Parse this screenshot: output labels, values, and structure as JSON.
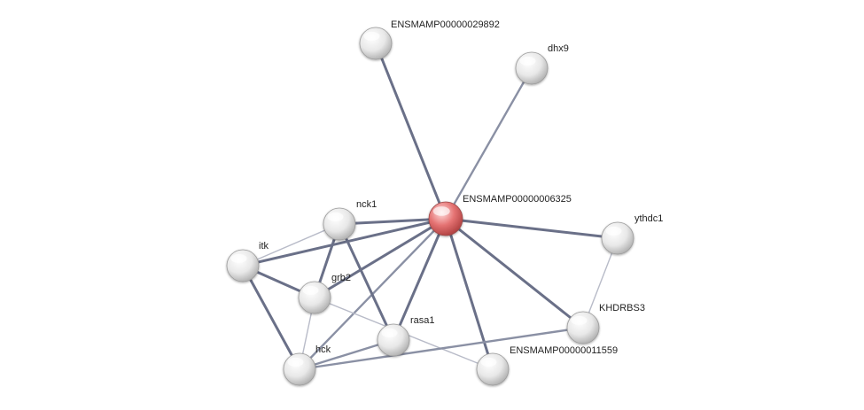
{
  "network": {
    "nodes": [
      {
        "id": "center",
        "label": "ENSMAMP00000006325",
        "kind": "query",
        "color": "#e86f6f"
      },
      {
        "id": "n29892",
        "label": "ENSMAMP00000029892",
        "kind": "partner",
        "color": "#e4e4e4"
      },
      {
        "id": "dhx9",
        "label": "dhx9",
        "kind": "partner",
        "color": "#e4e4e4"
      },
      {
        "id": "nck1",
        "label": "nck1",
        "kind": "partner",
        "color": "#e4e4e4"
      },
      {
        "id": "itk",
        "label": "itk",
        "kind": "partner",
        "color": "#e4e4e4"
      },
      {
        "id": "grb2",
        "label": "grb2",
        "kind": "partner",
        "color": "#e4e4e4"
      },
      {
        "id": "rasa1",
        "label": "rasa1",
        "kind": "partner",
        "color": "#e4e4e4"
      },
      {
        "id": "hck",
        "label": "hck",
        "kind": "partner",
        "color": "#e4e4e4"
      },
      {
        "id": "n11559",
        "label": "ENSMAMP00000011559",
        "kind": "partner",
        "color": "#e4e4e4"
      },
      {
        "id": "khdrbs3",
        "label": "KHDRBS3",
        "kind": "partner",
        "color": "#e4e4e4"
      },
      {
        "id": "ythdc1",
        "label": "ythdc1",
        "kind": "partner",
        "color": "#e4e4e4"
      }
    ],
    "edges": [
      {
        "source": "center",
        "target": "n29892",
        "strength": "strong"
      },
      {
        "source": "center",
        "target": "dhx9",
        "strength": "medium"
      },
      {
        "source": "center",
        "target": "nck1",
        "strength": "strong"
      },
      {
        "source": "center",
        "target": "itk",
        "strength": "strong"
      },
      {
        "source": "center",
        "target": "grb2",
        "strength": "strong"
      },
      {
        "source": "center",
        "target": "rasa1",
        "strength": "strong"
      },
      {
        "source": "center",
        "target": "hck",
        "strength": "medium"
      },
      {
        "source": "center",
        "target": "n11559",
        "strength": "strong"
      },
      {
        "source": "center",
        "target": "khdrbs3",
        "strength": "strong"
      },
      {
        "source": "center",
        "target": "ythdc1",
        "strength": "strong"
      },
      {
        "source": "nck1",
        "target": "itk",
        "strength": "weak"
      },
      {
        "source": "nck1",
        "target": "grb2",
        "strength": "strong"
      },
      {
        "source": "nck1",
        "target": "rasa1",
        "strength": "strong"
      },
      {
        "source": "itk",
        "target": "grb2",
        "strength": "strong"
      },
      {
        "source": "itk",
        "target": "hck",
        "strength": "strong"
      },
      {
        "source": "grb2",
        "target": "hck",
        "strength": "weak"
      },
      {
        "source": "grb2",
        "target": "n11559",
        "strength": "weak"
      },
      {
        "source": "rasa1",
        "target": "hck",
        "strength": "medium"
      },
      {
        "source": "hck",
        "target": "khdrbs3",
        "strength": "medium"
      },
      {
        "source": "khdrbs3",
        "target": "ythdc1",
        "strength": "weak"
      }
    ],
    "edge_colors": {
      "strong": "#6a7088",
      "medium": "#8a90a4",
      "weak": "#b8bbc8"
    }
  }
}
